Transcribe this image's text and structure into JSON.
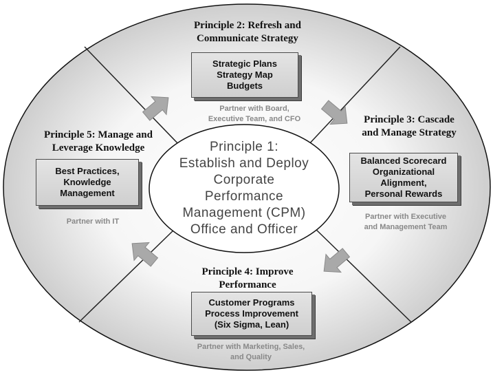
{
  "center": {
    "lines": [
      "Principle 1:",
      "Establish and Deploy",
      "Corporate",
      "Performance",
      "Management (CPM)",
      "Office and Officer"
    ]
  },
  "principle2": {
    "title_lines": [
      "Principle 2: Refresh and",
      "Communicate Strategy"
    ],
    "box_lines": [
      "Strategic Plans",
      "Strategy Map",
      "Budgets"
    ],
    "partner_lines": [
      "Partner with Board,",
      "Executive Team, and CFO"
    ]
  },
  "principle3": {
    "title_lines": [
      "Principle 3: Cascade",
      "and Manage Strategy"
    ],
    "box_lines": [
      "Balanced Scorecard",
      "Organizational",
      "Alignment,",
      "Personal Rewards"
    ],
    "partner_lines": [
      "Partner with Executive",
      "and Management Team"
    ]
  },
  "principle4": {
    "title_lines": [
      "Principle 4: Improve",
      "Performance"
    ],
    "box_lines": [
      "Customer Programs",
      "Process Improvement",
      "(Six Sigma, Lean)"
    ],
    "partner_lines": [
      "Partner with Marketing, Sales,",
      "and Quality"
    ]
  },
  "principle5": {
    "title_lines": [
      "Principle 5: Manage and",
      "Leverage Knowledge"
    ],
    "box_lines": [
      "Best Practices,",
      "Knowledge",
      "Management"
    ],
    "partner_lines": [
      "Partner with IT"
    ]
  },
  "colors": {
    "ellipse_outer": "#f4f4f4",
    "ellipse_edge": "#bdbdbd",
    "arrow": "#a9a9a9",
    "partner_text": "#888888"
  }
}
